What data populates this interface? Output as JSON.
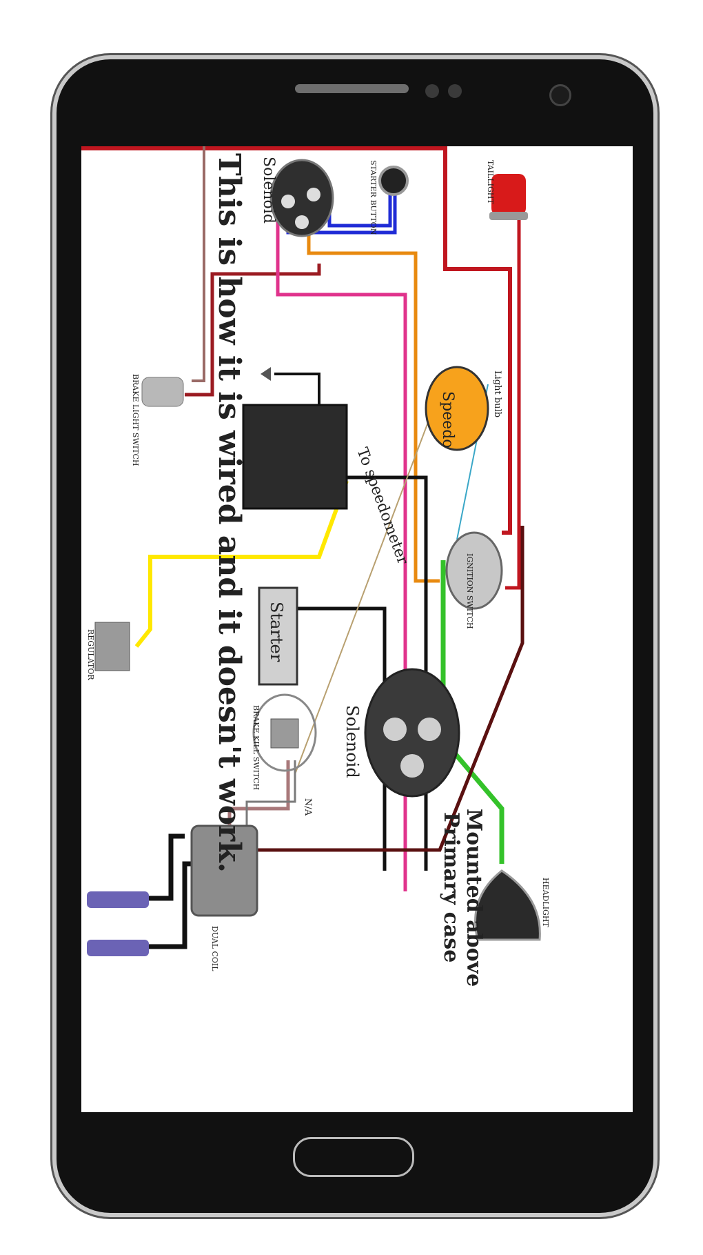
{
  "diagram": {
    "caption": "This is how it is wired and it doesn't work.",
    "labels": {
      "solenoid_top": "Solenoid",
      "starter_button": "STARTER BUTTON",
      "taillight": "TAILLIGHT",
      "brake_light_switch": "BRAKE LIGHT SWITCH",
      "regulator": "REGULATOR",
      "speedo": "Speedo",
      "light_bulb": "Light bulb",
      "to_speedometer": "To speedometer",
      "ignition_switch": "IGNITION SWITCH",
      "starter": "Starter",
      "solenoid_bottom": "Solenoid",
      "mounted_above": "Mounted above",
      "primary_case": "Primary case",
      "brake_kill_switch": "BRAKE KILL SWITCH",
      "na": "N/A",
      "dual_coil": "DUAL COIL",
      "headlight": "HEADLIGHT"
    }
  }
}
